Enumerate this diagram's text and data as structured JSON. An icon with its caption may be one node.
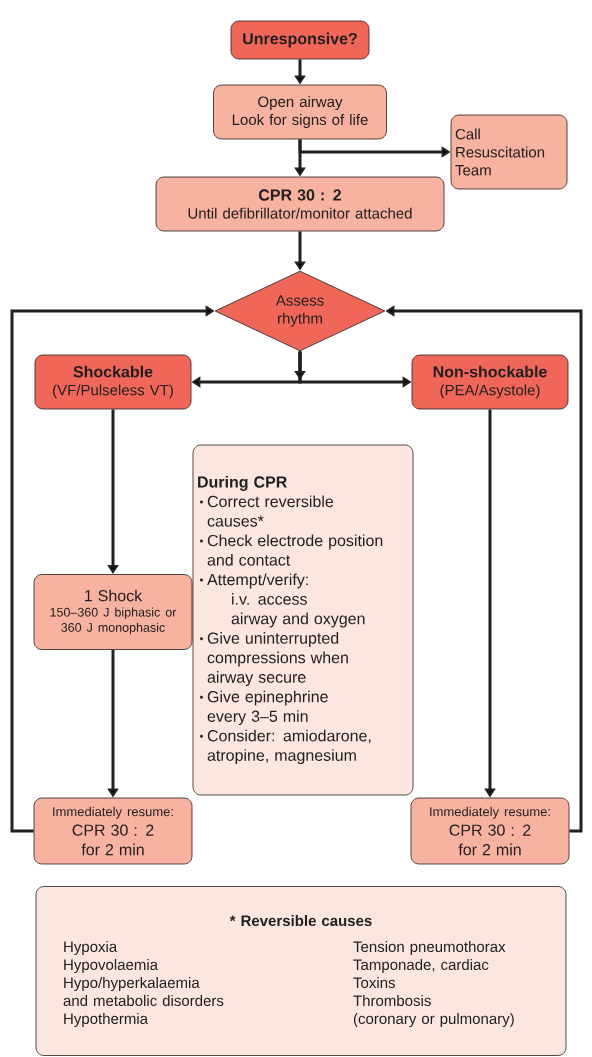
{
  "diagram": {
    "nodes": [
      {
        "text": [
          "Unresponsive?"
        ]
      },
      {
        "text": [
          "Open airway",
          "Look for signs of life"
        ]
      },
      {
        "text": [
          "Call Resuscitation Team"
        ]
      },
      {
        "text": [
          "CPR 30 : 2",
          "Until defibrillator/monitor attached"
        ]
      },
      {
        "text": [
          "Assess rhythm"
        ]
      },
      {
        "text": [
          "Shockable",
          "(VF/Pulseless VT)"
        ]
      },
      {
        "text": [
          "Non-shockable",
          "(PEA/Asystole)"
        ]
      },
      {
        "text": [
          "During CPR",
          "Correct reversible causes*",
          "Check electrode position and contact",
          "Attempt/verify:",
          "i.v. access",
          "airway and oxygen",
          "Give uninterrupted compressions when airway secure",
          "Give epinephrine every 3–5 min",
          "Consider: amiodarone, atropine, magnesium"
        ]
      },
      {
        "text": [
          "1 Shock",
          "150–360 J biphasic or 360 J monophasic"
        ]
      },
      {
        "text": [
          "Immediately resume:",
          "CPR 30 : 2",
          "for 2 min"
        ]
      },
      {
        "text": [
          "Immediately resume:",
          "CPR 30 : 2",
          "for 2 min"
        ]
      },
      {
        "text": [
          "* Reversible causes",
          "Hypoxia",
          "Hypovolaemia",
          "Hypo/hyperkalaemia and metabolic disorders",
          "Hypothermia",
          "Tension pneumothorax",
          "Tamponade, cardiac",
          "Toxins",
          "Thrombosis (coronary or pulmonary)"
        ]
      }
    ],
    "edges": [
      {
        "from": 0,
        "to": 1,
        "arrow": "to"
      },
      {
        "from": 1,
        "to": 3,
        "arrow": "to"
      },
      {
        "from": 1,
        "to": 2,
        "arrow": "to"
      },
      {
        "from": 3,
        "to": 4,
        "arrow": "to"
      },
      {
        "from": 4,
        "to": 5,
        "arrow": "to"
      },
      {
        "from": 4,
        "to": 6,
        "arrow": "to"
      },
      {
        "from": 5,
        "to": 8,
        "arrow": "to"
      },
      {
        "from": 8,
        "to": 9,
        "arrow": "to"
      },
      {
        "from": 6,
        "to": 10,
        "arrow": "to"
      },
      {
        "from": 9,
        "to": 4,
        "arrow": "to"
      },
      {
        "from": 10,
        "to": 4,
        "arrow": "to"
      }
    ]
  }
}
